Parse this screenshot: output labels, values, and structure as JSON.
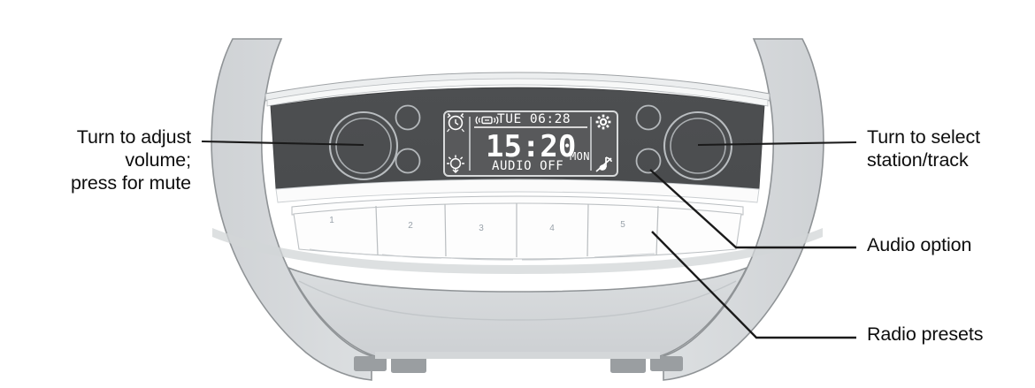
{
  "device": {
    "name": "bedside-dab-clock-radio",
    "body_color": "#d2d5d7",
    "panel_color": "#4b4d4f",
    "outline_color": "#8f9396",
    "foot_color": "#9a9ea1"
  },
  "callouts": [
    {
      "id": "volume",
      "text": "Turn to adjust\nvolume;\npress for mute",
      "target": "volume-knob",
      "side": "left"
    },
    {
      "id": "station",
      "text": "Turn to select\nstation/track",
      "target": "tuning-knob",
      "side": "right"
    },
    {
      "id": "audio-option",
      "text": "Audio option",
      "target": "audio-option-button",
      "side": "right"
    },
    {
      "id": "presets",
      "text": "Radio presets",
      "target": "preset-button-5",
      "side": "right"
    }
  ],
  "display": {
    "background": "#58595b",
    "text_color": "#ffffff",
    "alarm_time": "TUE 06:28",
    "clock": "15:20",
    "day": "MON",
    "status": "AUDIO OFF",
    "icons": {
      "top_left": "alarm-clock-icon",
      "bottom_left": "brightness-dimmer-icon",
      "top_right": "gear-icon",
      "bottom_right": "mute-note-icon",
      "inline": "radio-signal-icon"
    }
  },
  "controls": {
    "volume_knob_label": "volume-knob",
    "tuning_knob_label": "tuning-knob",
    "left_buttons": [
      "left-button-upper",
      "left-button-lower"
    ],
    "right_buttons": [
      "right-button-upper",
      "audio-option-button"
    ]
  },
  "presets": {
    "label": "Radio presets",
    "buttons": [
      {
        "number": "1"
      },
      {
        "number": "2"
      },
      {
        "number": "3"
      },
      {
        "number": "4"
      },
      {
        "number": "5"
      }
    ]
  }
}
